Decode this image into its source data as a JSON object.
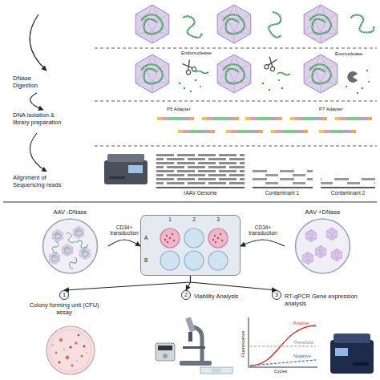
{
  "diagram": {
    "nodes": [
      {
        "text": [
          "AAV -DNase"
        ]
      },
      {
        "text": [
          "AAV +DNase"
        ]
      },
      {
        "text": [
          "1",
          "2",
          "3",
          "A",
          "B"
        ]
      },
      {
        "text": [
          "1",
          "Colony forming unit (CFU) assay"
        ]
      },
      {
        "text": [
          "2",
          "Viability Analysis"
        ]
      },
      {
        "text": [
          "3",
          "RT-qPCR Gene expression analysis"
        ]
      }
    ],
    "edges": [
      {
        "from": 0,
        "to": 2,
        "label": "CD34+ transduction",
        "arrow": "to"
      },
      {
        "from": 1,
        "to": 2,
        "label": "CD34+ transduction",
        "arrow": "to"
      },
      {
        "from": 2,
        "to": 3,
        "arrow": "to"
      },
      {
        "from": 2,
        "to": 4,
        "arrow": "to"
      },
      {
        "from": 2,
        "to": 5,
        "arrow": "to"
      }
    ],
    "labels": [
      "DNase Digestion",
      "Endonuclease",
      "Exonuclease",
      "DNA isolation & library preparation",
      "P5 Adapter",
      "P7 Adapter",
      "Alignment of Sequencing reads",
      "rAAV Genome",
      "Contaminant 1",
      "Contaminant 2",
      "Positive",
      "Threshold",
      "Negative",
      "Fluorescence",
      "Cycles"
    ]
  }
}
